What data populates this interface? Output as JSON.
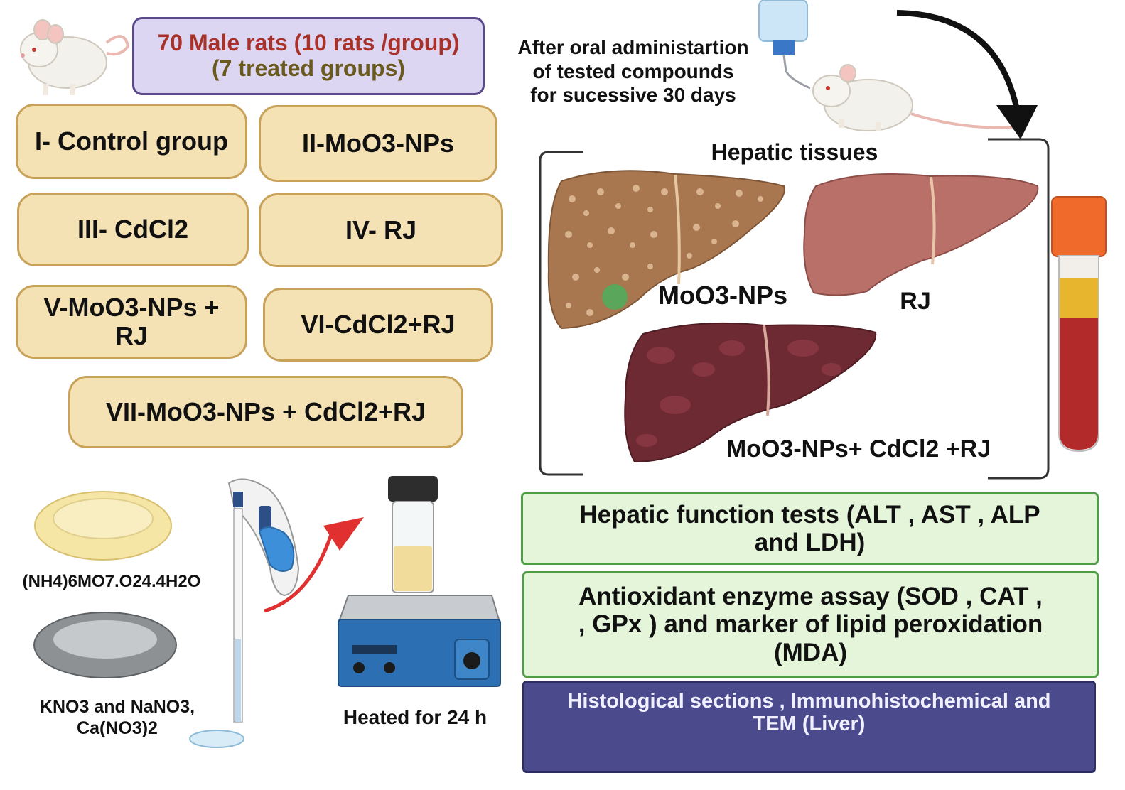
{
  "header": {
    "line1": "70 Male rats (10 rats /group)",
    "line2": "(7 treated groups)"
  },
  "groups": [
    "I- Control group",
    "II-MoO3-NPs",
    "III- CdCl2",
    "IV- RJ",
    "V-MoO3-NPs + RJ",
    "VI-CdCl2+RJ",
    "VII-MoO3-NPs + CdCl2+RJ"
  ],
  "administration": {
    "line1": "After oral administartion",
    "line2": "of tested compounds",
    "line3": "for sucessive 30 days"
  },
  "tissues": {
    "title": "Hepatic tissues",
    "liver1": "MoO3-NPs",
    "liver2": "RJ",
    "liver3": "MoO3-NPs+ CdCl2 +RJ"
  },
  "synthesis": {
    "reagent1": "(NH4)6MO7.O24.4H2O",
    "reagent2_line1": "KNO3 and NaNO3,",
    "reagent2_line2": "Ca(NO3)2",
    "heating": "Heated for 24 h"
  },
  "assays": {
    "hepatic_line1": "Hepatic function tests (ALT , AST , ALP",
    "hepatic_line2": "and LDH)",
    "antioxidant_line1": "Antioxidant enzyme assay  (SOD , CAT ,",
    "antioxidant_line2": ", GPx ) and marker of lipid peroxidation",
    "antioxidant_line3": "(MDA)",
    "histo_line1": "Histological sections , Immunohistochemical  and",
    "histo_line2": "TEM  (Liver)"
  },
  "colors": {
    "group_fill": "#f4e2b5",
    "group_border": "#c9a25a",
    "header_fill": "#dcd6f3",
    "header_text_red": "#a8322a",
    "header_text_olive": "#6b5a1e",
    "assay_fill": "#e4f5da",
    "assay_border": "#4f9d44",
    "histo_fill": "#4b4a8d"
  },
  "icons": [
    "rat-icon",
    "water-bottle-icon",
    "curved-arrow-icon",
    "liver-icon",
    "blood-tube-icon",
    "dish-icon",
    "pipette-icon",
    "hotplate-icon",
    "vial-icon"
  ]
}
